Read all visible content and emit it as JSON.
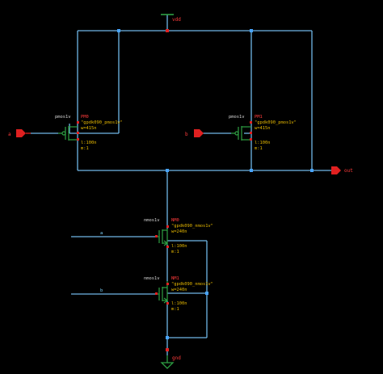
{
  "colors": {
    "background": "#000000",
    "wire": "#6fb7e6",
    "pin": "#e02020",
    "device": "#2ea043",
    "dot": "#48a4ff",
    "label_red": "#ff3b3b",
    "label_yellow": "#e6b800"
  },
  "pins": {
    "vdd": "vdd",
    "gnd": "gnd",
    "out": "out",
    "a_left": "a",
    "b_right": "b"
  },
  "net_labels": {
    "a": "a",
    "b": "b"
  },
  "devices": [
    {
      "cell": "pmos1v",
      "inst": "PM0",
      "model": "\"gpdk090_pmos1v\"",
      "w": "w=415n",
      "l": "l:100n",
      "m": "m:1"
    },
    {
      "cell": "pmos1v",
      "inst": "PM1",
      "model": "\"gpdk090_pmos1v\"",
      "w": "w=415n",
      "l": "l:100n",
      "m": "m:1"
    },
    {
      "cell": "nmos1v",
      "inst": "NM0",
      "model": "\"gpdk090_nmos1v\"",
      "w": "w=240n",
      "l": "l:100n",
      "m": "m:1"
    },
    {
      "cell": "nmos1v",
      "inst": "NM1",
      "model": "\"gpdk090_nmos1v\"",
      "w": "w=240n",
      "l": "l:100n",
      "m": "m:1"
    }
  ]
}
